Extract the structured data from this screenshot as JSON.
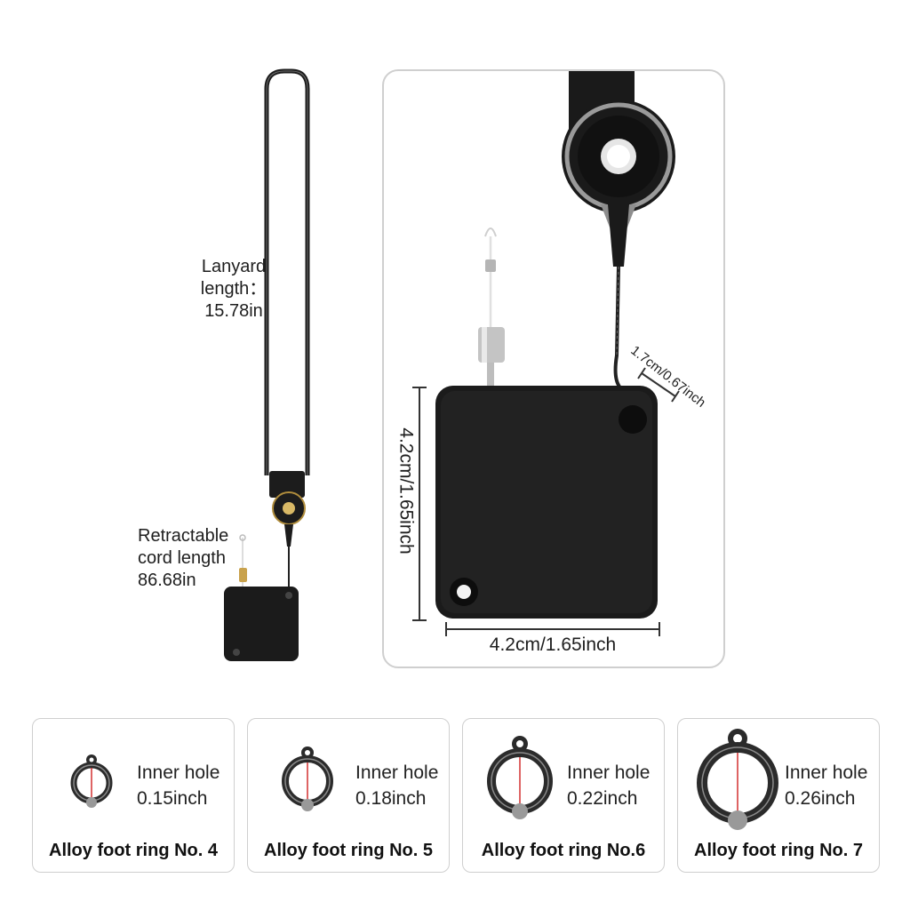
{
  "lanyard_label": {
    "line1": "Lanyard",
    "line2": "length：",
    "line3": "15.78in"
  },
  "cord_label": {
    "line1": "Retractable",
    "line2": "cord length",
    "line3": "86.68in"
  },
  "dimensions": {
    "height": "4.2cm/1.65inch",
    "width": "4.2cm/1.65inch",
    "hole_offset": "1.7cm/0.67inch"
  },
  "rings": [
    {
      "inner_label": "Inner hole",
      "inner_value": "0.15inch",
      "name": "Alloy foot ring No. 4"
    },
    {
      "inner_label": "Inner hole",
      "inner_value": "0.18inch",
      "name": "Alloy foot ring No. 5"
    },
    {
      "inner_label": "Inner hole",
      "inner_value": "0.22inch",
      "name": "Alloy foot ring No.6"
    },
    {
      "inner_label": "Inner hole",
      "inner_value": "0.26inch",
      "name": "Alloy foot ring No. 7"
    }
  ],
  "colors": {
    "device": "#1b1b1b",
    "panel_border": "#cfcfcf",
    "measure_line": "#d23030",
    "metal": "#b9b9b9"
  },
  "icons": [
    "lanyard",
    "retractable-reel",
    "metal-ring"
  ]
}
